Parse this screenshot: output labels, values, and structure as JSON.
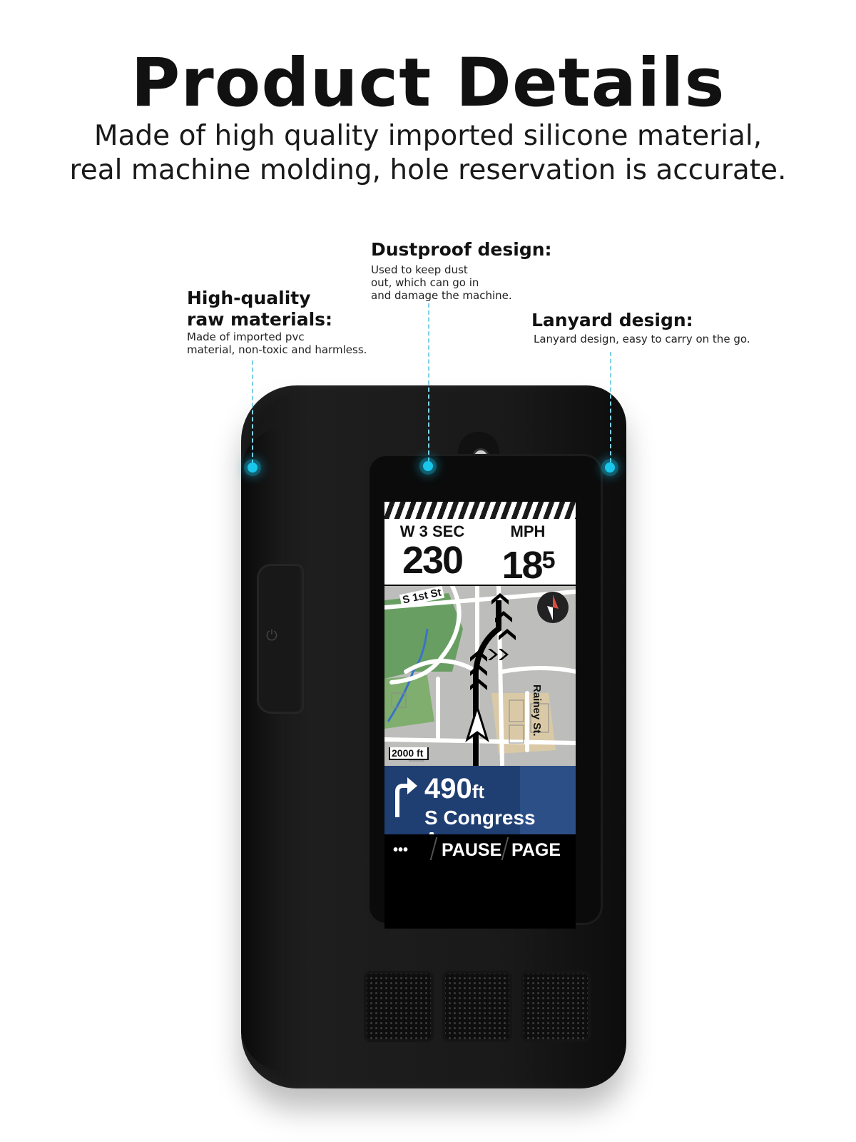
{
  "header": {
    "title": "Product Details",
    "subtitle_line1": "Made of high quality imported silicone material,",
    "subtitle_line2": "real machine molding, hole reservation is accurate."
  },
  "features": [
    {
      "title_line1": "High-quality",
      "title_line2": "raw materials:",
      "desc_line1": "Made of imported pvc",
      "desc_line2": "material, non-toxic and harmless."
    },
    {
      "title": "Dustproof design:",
      "desc_line1": "Used to keep dust",
      "desc_line2": "out, which can go in",
      "desc_line3": "and damage the machine."
    },
    {
      "title": "Lanyard design:",
      "desc": "Lanyard design, easy to carry on the go."
    }
  ],
  "device": {
    "fields": [
      {
        "label": "W 3 SEC",
        "value": "230"
      },
      {
        "label": "MPH",
        "value": "18",
        "value_small": "5"
      }
    ],
    "map": {
      "street_top": "S 1st St",
      "street_side": "Rainey St.",
      "scale": "2000 ft"
    },
    "nav": {
      "distance": "490",
      "distance_unit": "ft",
      "street": "S Congress Ave."
    },
    "softkeys": {
      "menu": "•••",
      "pause": "PAUSE",
      "page": "PAGE"
    },
    "icons": [
      "power-icon",
      "compass-icon",
      "turn-right-arrow-icon",
      "position-arrow-icon"
    ]
  },
  "colors": {
    "accent_dot": "#19c6ec",
    "case": "#1a1a1a",
    "nav_banner": "#1f3e72"
  }
}
